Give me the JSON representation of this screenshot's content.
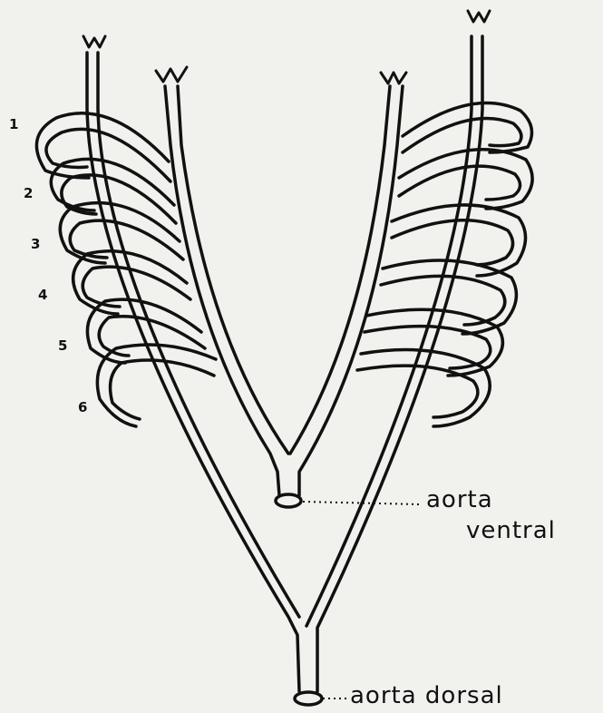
{
  "arch_numbers": [
    "1",
    "2",
    "3",
    "4",
    "5",
    "6"
  ],
  "labels": {
    "ventral_line1": "aorta",
    "ventral_line2": "ventral",
    "dorsal": "aorta dorsal"
  }
}
